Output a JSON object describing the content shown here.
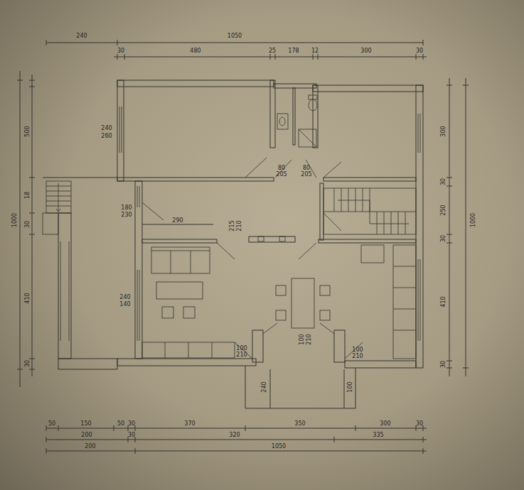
{
  "diagram": {
    "labels": [
      "240",
      "1050",
      "30",
      "480",
      "25",
      "178",
      "12",
      "300",
      "30",
      "1000",
      "500",
      "18",
      "30",
      "410",
      "30",
      "1000",
      "300",
      "30",
      "250",
      "30",
      "410",
      "30",
      "240",
      "260",
      "180",
      "230",
      "290",
      "215",
      "210",
      "80",
      "205",
      "80",
      "205",
      "240",
      "140",
      "100",
      "210",
      "100",
      "210",
      "100",
      "210",
      "240",
      "100",
      "50",
      "150",
      "50",
      "30",
      "370",
      "350",
      "300",
      "30",
      "200",
      "30",
      "320",
      "335",
      "200",
      "1050"
    ]
  }
}
